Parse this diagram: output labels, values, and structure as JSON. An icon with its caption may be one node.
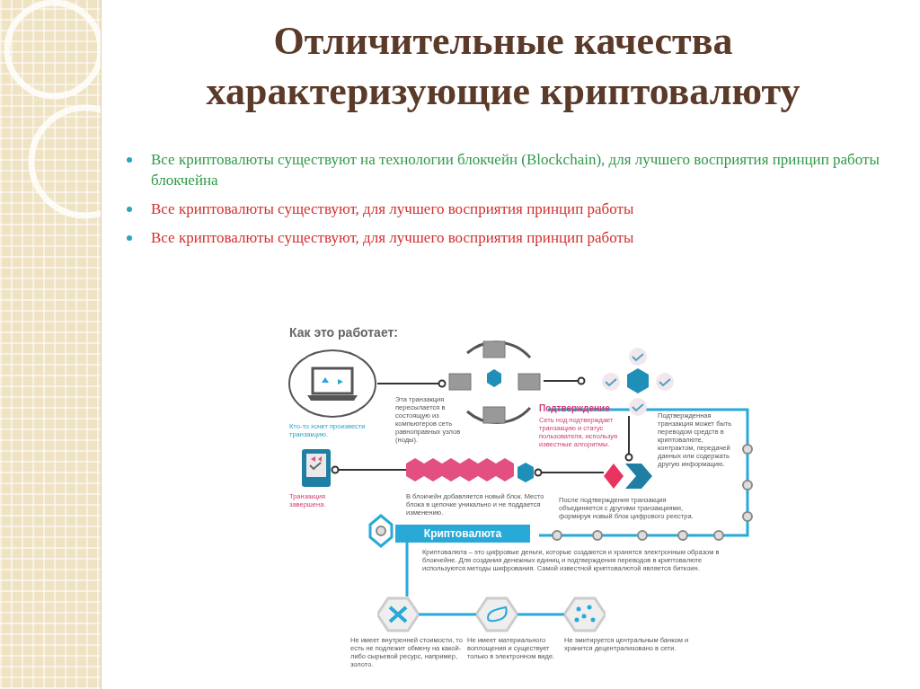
{
  "diagram": {
    "title": "Отличительные качества характеризующие криптовалюту",
    "nodes": [
      {
        "text": [],
        "shape": "picture",
        "beside": [
          "Кто-то хочет произвести транзакцию."
        ]
      },
      {
        "text": [],
        "shape": "picture",
        "beside": [
          "Эта транзакция пересылается в состоящую из компьютеров сеть равноправных узлов (ноды)."
        ]
      },
      {
        "text": [],
        "shape": "picture",
        "beside": [
          "Подтверждение",
          "Сеть нод подтверждает транзакцию и статус пользователя, используя известные алгоритмы."
        ]
      },
      {
        "text": [],
        "shape": "picture",
        "beside": [
          "После подтверждения транзакция объединяется с другими транзакциями, формируя новый блок цифрового реестра."
        ]
      },
      {
        "text": [],
        "shape": "picture",
        "beside": [
          "В блокчейн добавляется новый блок. Место блока в цепочке уникально и не поддается изменению."
        ]
      },
      {
        "text": [],
        "shape": "picture",
        "beside": [
          "Транзакция завершена."
        ]
      },
      {
        "text": [
          "Криптовалюта"
        ],
        "beside": [
          "Криптовалюта – это цифровые деньги, которые создаются и хранятся электронным образом в блокчейне. Для создания денежных единиц и подтверждения переводов в криптовалюте используются методы шифрования. Самой известной криптовалютой является биткоин."
        ]
      },
      {
        "text": [],
        "shape": "picture",
        "beside": [
          "Не имеет внутренней стоимости, то есть не подлежит обмену на какой-либо сырьевой ресурс, например, золото."
        ]
      },
      {
        "text": [],
        "shape": "picture",
        "beside": [
          "Не имеет материального воплощения и существует только в электронном виде."
        ]
      },
      {
        "text": [],
        "shape": "picture",
        "beside": [
          "Не эмитируется центральным банком и хранится децентрализовано в сети."
        ]
      }
    ],
    "edges": [
      {
        "from": 0,
        "to": 1,
        "arrow": "other"
      },
      {
        "from": 1,
        "to": 2,
        "arrow": "other"
      },
      {
        "from": 2,
        "to": 3,
        "arrow": "other"
      },
      {
        "from": 3,
        "to": 4,
        "arrow": "other"
      },
      {
        "from": 4,
        "to": 5,
        "arrow": "other"
      },
      {
        "from": 6,
        "to": 7,
        "arrow": "none",
        "color": "#29a9d8"
      },
      {
        "from": 7,
        "to": 8,
        "arrow": "none",
        "color": "#29a9d8"
      },
      {
        "from": 8,
        "to": 9,
        "arrow": "none",
        "color": "#29a9d8"
      }
    ],
    "labels": [
      "Все криптовалюты существуют на технологии блокчейн (Blockchain), для лучшего восприятия принцип работы блокчейна",
      "Все криптовалюты существуют, для лучшего восприятия принцип работы",
      "Все криптовалюты существуют, для лучшего восприятия принцип работы",
      "Как это работает:",
      "Подтвержденная транзакция может быть переводом средств в криптовалюте, контрактом, передачей данных или содержать другую информацию."
    ]
  }
}
